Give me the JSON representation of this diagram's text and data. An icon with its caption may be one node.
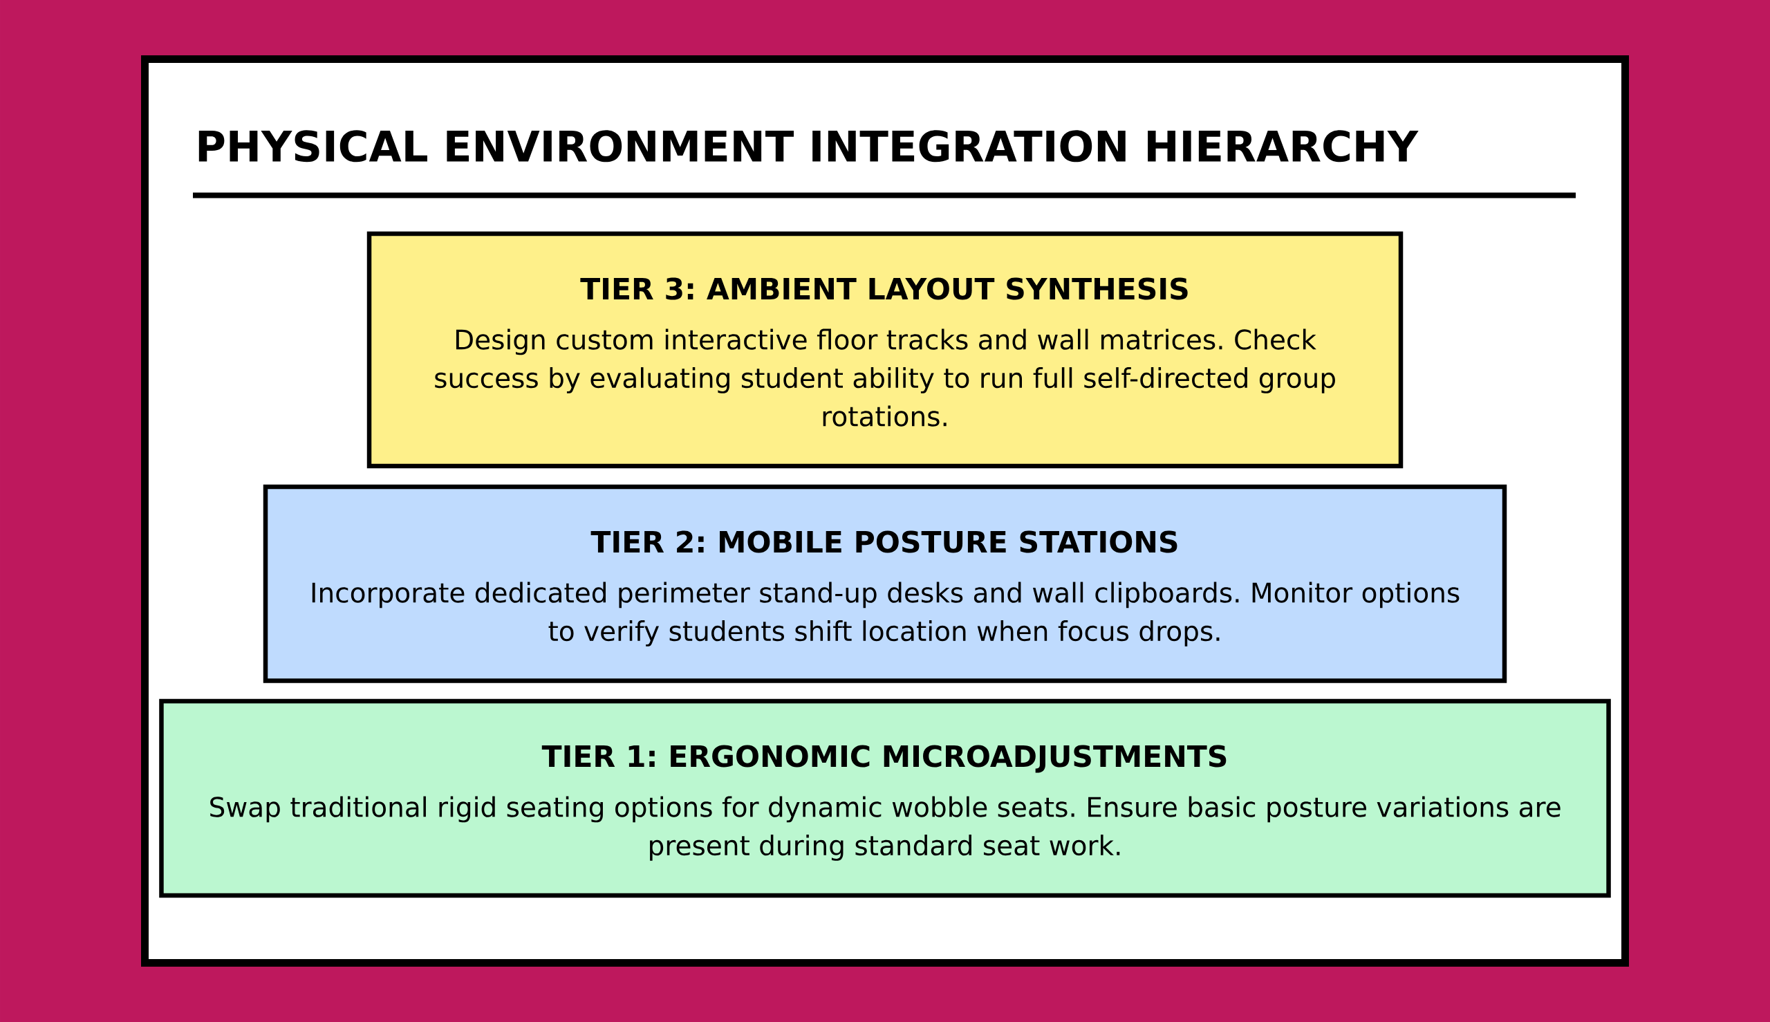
{
  "diagram": {
    "title": "PHYSICAL ENVIRONMENT INTEGRATION HIERARCHY",
    "nodes": [
      {
        "text": [
          "TIER 3: AMBIENT LAYOUT SYNTHESIS",
          "Design custom interactive floor tracks and wall matrices. Check success by evaluating student ability to run full self-directed group rotations."
        ]
      },
      {
        "text": [
          "TIER 2: MOBILE POSTURE STATIONS",
          "Incorporate dedicated perimeter stand-up desks and wall clipboards. Monitor options to verify students shift location when focus drops."
        ]
      },
      {
        "text": [
          "TIER 1: ERGONOMIC MICROADJUSTMENTS",
          "Swap traditional rigid seating options for dynamic wobble seats. Ensure basic posture variations are present during standard seat work."
        ]
      }
    ]
  }
}
